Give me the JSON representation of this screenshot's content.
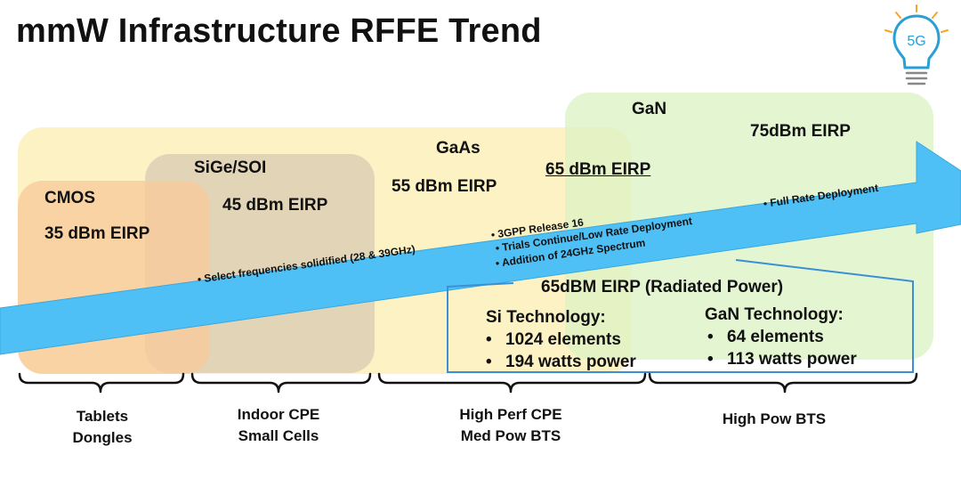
{
  "title": "mmW Infrastructure RFFE Trend",
  "logo_text": "5G",
  "regions": [
    {
      "name": "CMOS",
      "eirp": "35 dBm EIRP",
      "color": "#f8c89a"
    },
    {
      "name": "SiGe/SOI",
      "eirp": "45 dBm EIRP",
      "color": "#d9cbb3"
    },
    {
      "name": "GaAs",
      "eirp": "55 dBm EIRP",
      "color": "#fbf0b8"
    },
    {
      "name": "GaN",
      "eirp": "75dBm EIRP",
      "color": "#dcf2c4"
    }
  ],
  "underlined_eirp": "65 dBm EIRP",
  "arrow": {
    "color": "#4fc0f5",
    "notes": [
      "Select frequencies solidified (28 & 39GHz)",
      "3GPP Release 16",
      "Trials Continue/Low Rate Deployment",
      "Addition of 24GHz Spectrum",
      "Full Rate Deployment"
    ]
  },
  "callout": {
    "heading": "65dBM EIRP (Radiated Power)",
    "left": {
      "title": "Si Technology:",
      "items": [
        "1024 elements",
        "194 watts power"
      ]
    },
    "right": {
      "title": "GaN Technology:",
      "items": [
        "64 elements",
        "113 watts power"
      ]
    },
    "bullet": "•"
  },
  "categories": [
    {
      "line1": "Tablets",
      "line2": "Dongles"
    },
    {
      "line1": "Indoor CPE",
      "line2": "Small Cells"
    },
    {
      "line1": "High Perf CPE",
      "line2": "Med Pow BTS"
    },
    {
      "line1": "High Pow BTS",
      "line2": ""
    }
  ]
}
